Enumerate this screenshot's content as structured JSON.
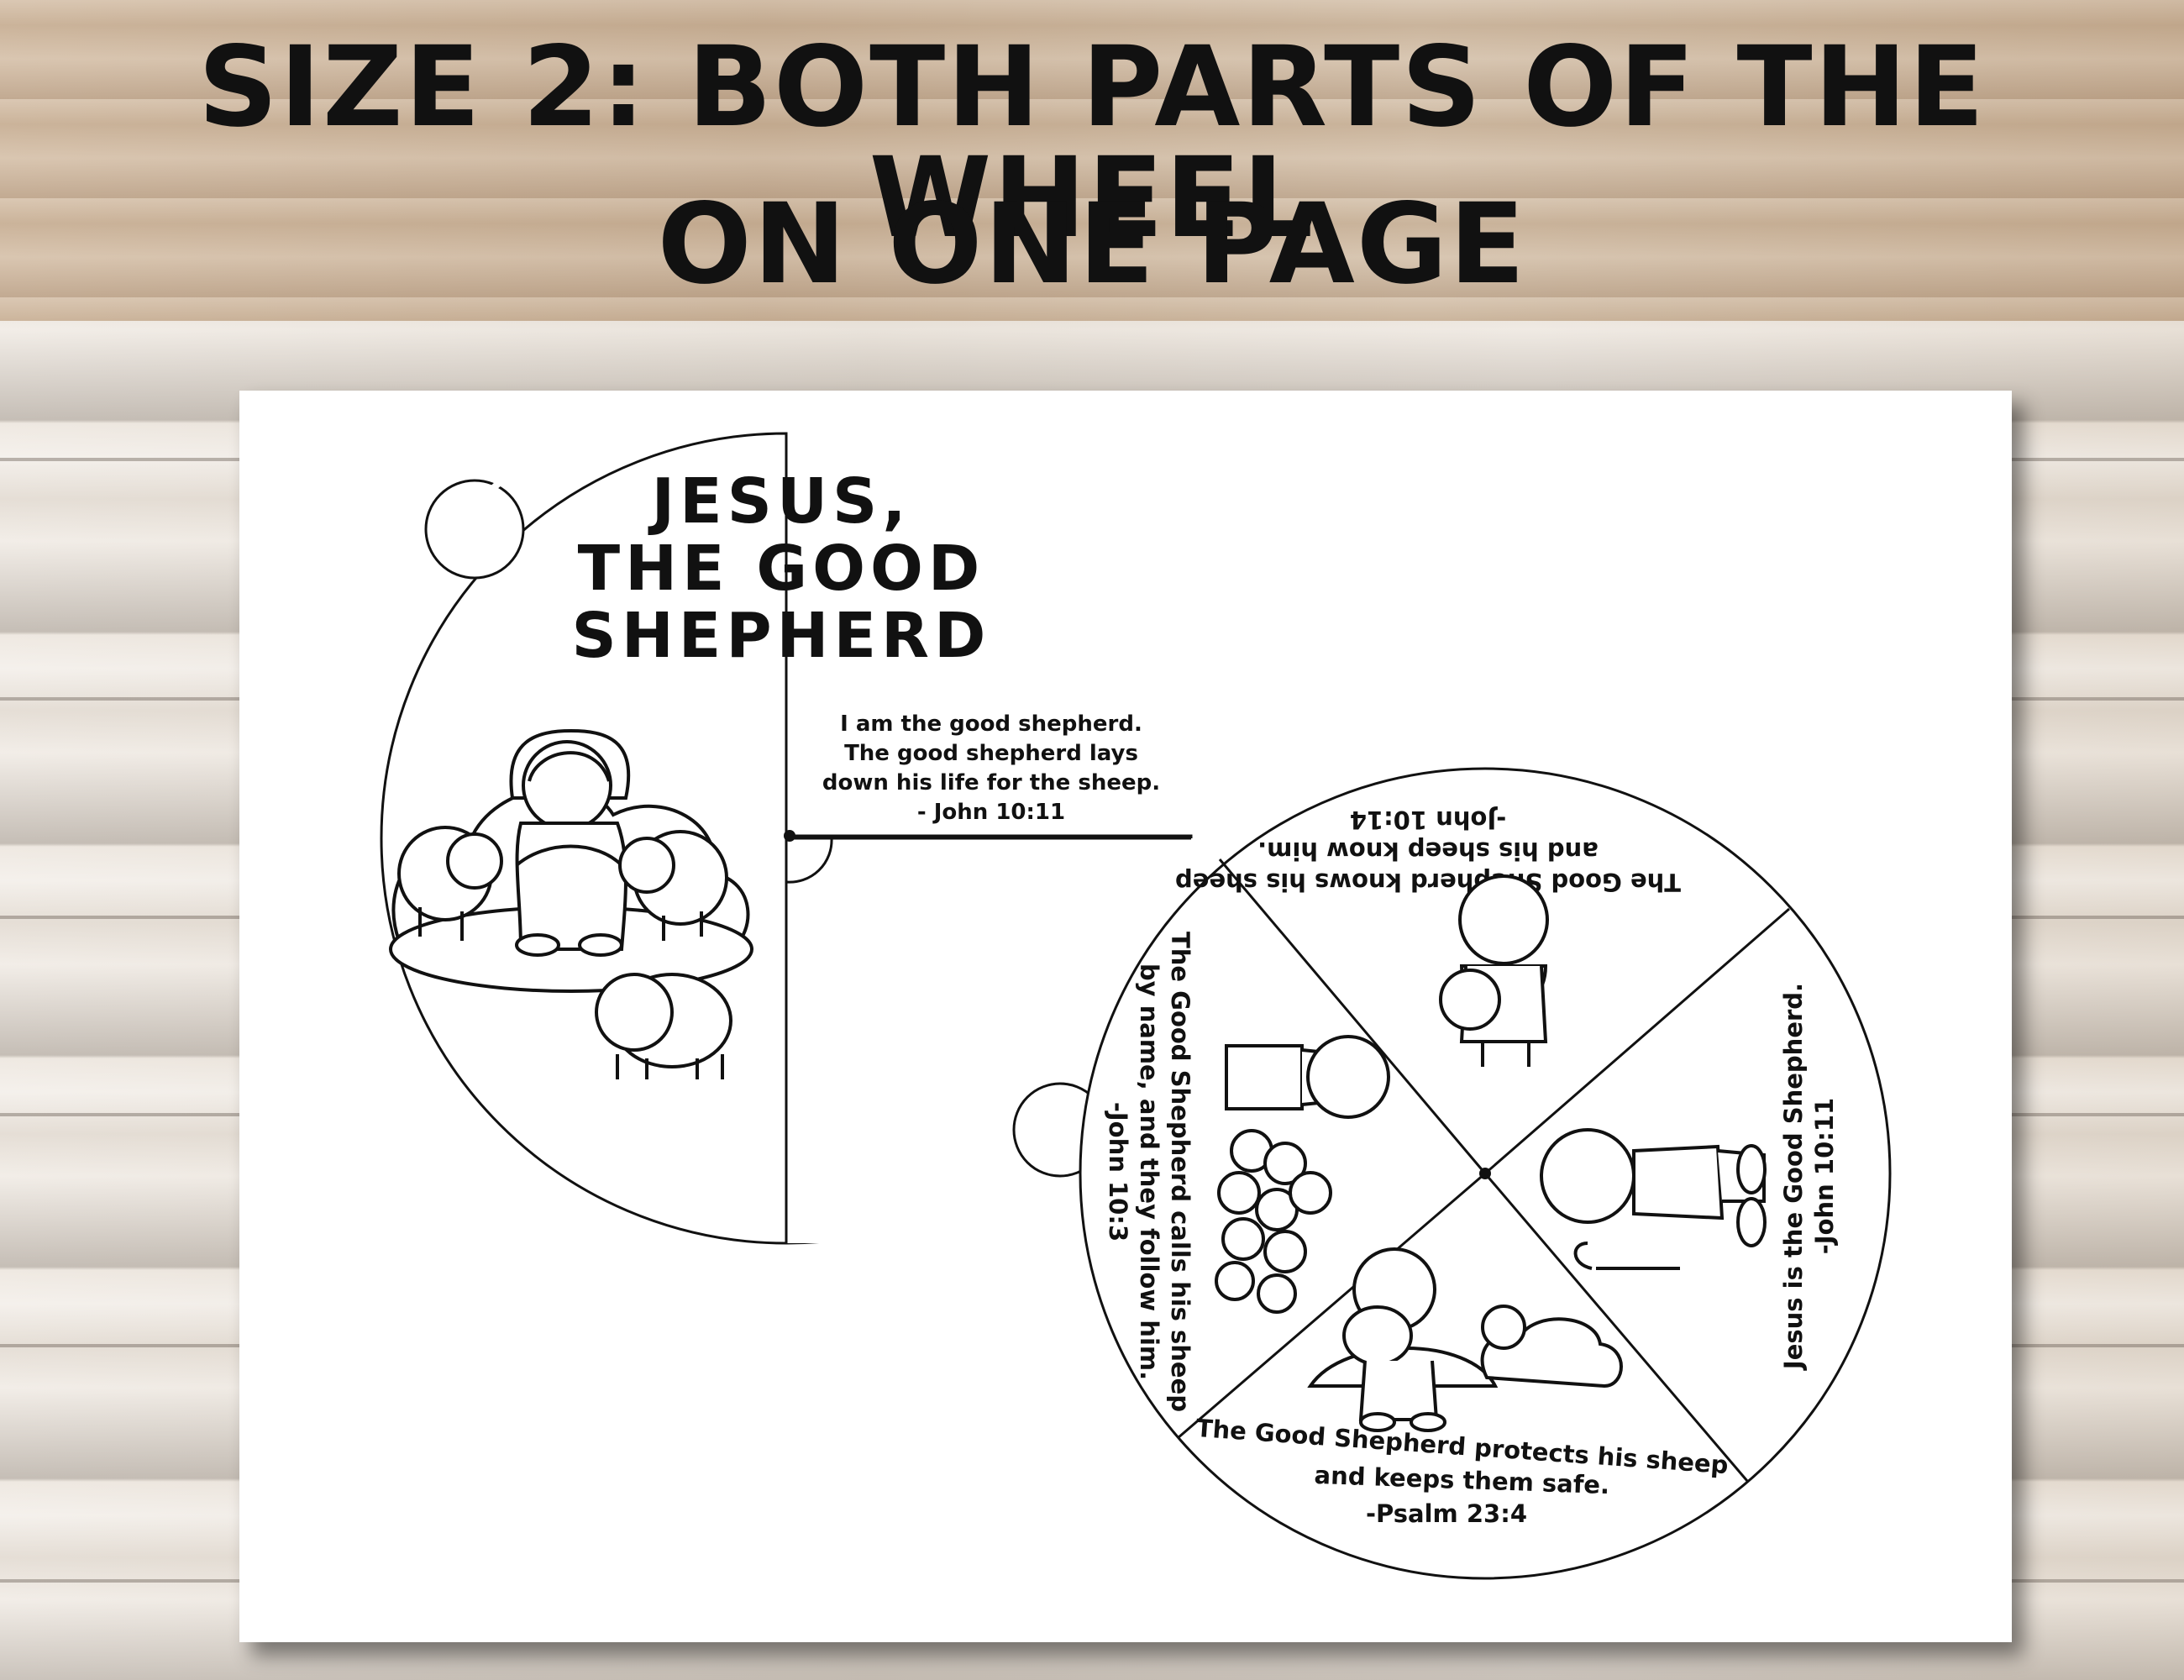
{
  "banner": {
    "line1": "SIZE 2: BOTH PARTS OF THE WHEEL",
    "line2": "ON ONE PAGE"
  },
  "top_wheel": {
    "title_line1": "JESUS,",
    "title_line2": "THE GOOD",
    "title_line3": "SHEPHERD",
    "verse_line1": "I am the good shepherd.",
    "verse_line2": "The good shepherd lays",
    "verse_line3": "down his life for the sheep.",
    "verse_ref": "- John 10:11"
  },
  "bottom_wheel": {
    "sections": [
      {
        "line1": "The Good Shepherd knows his sheep",
        "line2": "and his sheep know him.",
        "ref": "-John 10:14"
      },
      {
        "line1": "Jesus is the Good Shepherd.",
        "ref": "-John 10:11"
      },
      {
        "line1": "The Good Shepherd protects his sheep",
        "line2": "and keeps them safe.",
        "ref": "-Psalm 23:4"
      },
      {
        "line1": "The Good Shepherd calls his sheep",
        "line2": "by name, and they follow him.",
        "ref": "-John 10:3"
      }
    ]
  }
}
